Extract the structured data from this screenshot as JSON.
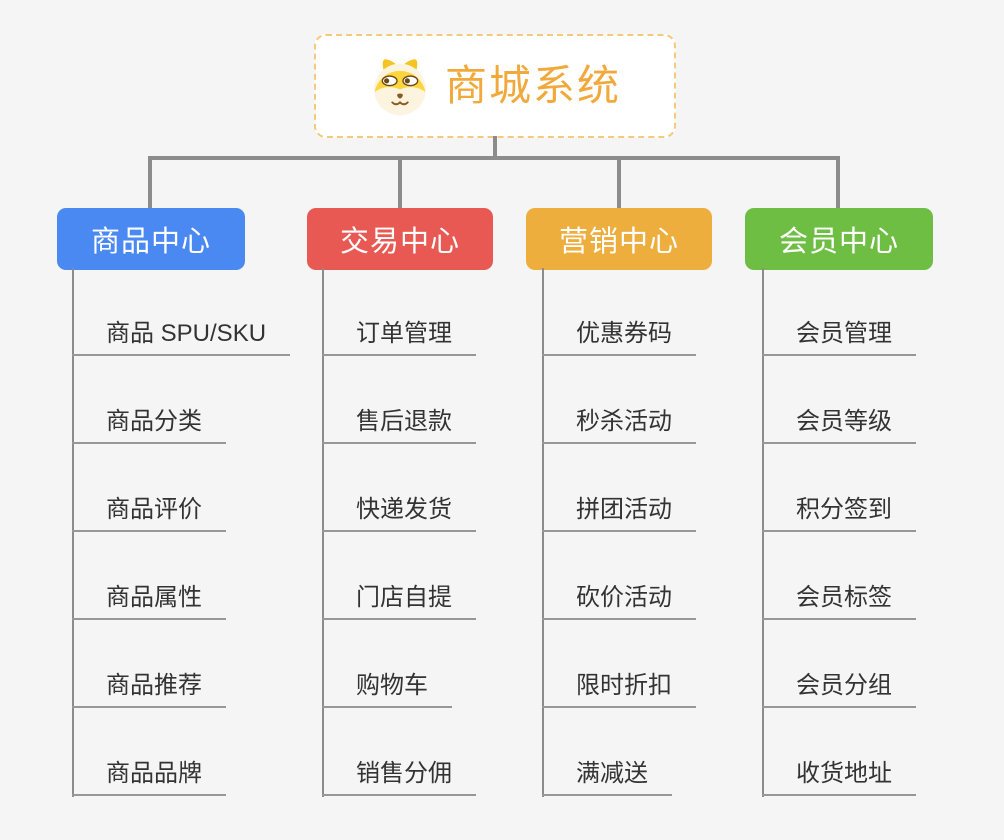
{
  "root": {
    "title": "商城系统",
    "icon": "dog-face-icon"
  },
  "branches": [
    {
      "title": "商品中心",
      "color": "#4a89f2",
      "items": [
        "商品 SPU/SKU",
        "商品分类",
        "商品评价",
        "商品属性",
        "商品推荐",
        "商品品牌"
      ]
    },
    {
      "title": "交易中心",
      "color": "#e95954",
      "items": [
        "订单管理",
        "售后退款",
        "快递发货",
        "门店自提",
        "购物车",
        "销售分佣"
      ]
    },
    {
      "title": "营销中心",
      "color": "#eeae3d",
      "items": [
        "优惠券码",
        "秒杀活动",
        "拼团活动",
        "砍价活动",
        "限时折扣",
        "满减送"
      ]
    },
    {
      "title": "会员中心",
      "color": "#6fbe44",
      "items": [
        "会员管理",
        "会员等级",
        "积分签到",
        "会员标签",
        "会员分组",
        "收货地址"
      ]
    }
  ],
  "colors": {
    "background": "#f5f5f6",
    "connector": "#8c8c8c",
    "leaf_underline": "#979797",
    "leaf_text": "#333333",
    "root_border": "#f5c97e",
    "root_text": "#f2a93c",
    "root_fill": "#ffffff"
  }
}
